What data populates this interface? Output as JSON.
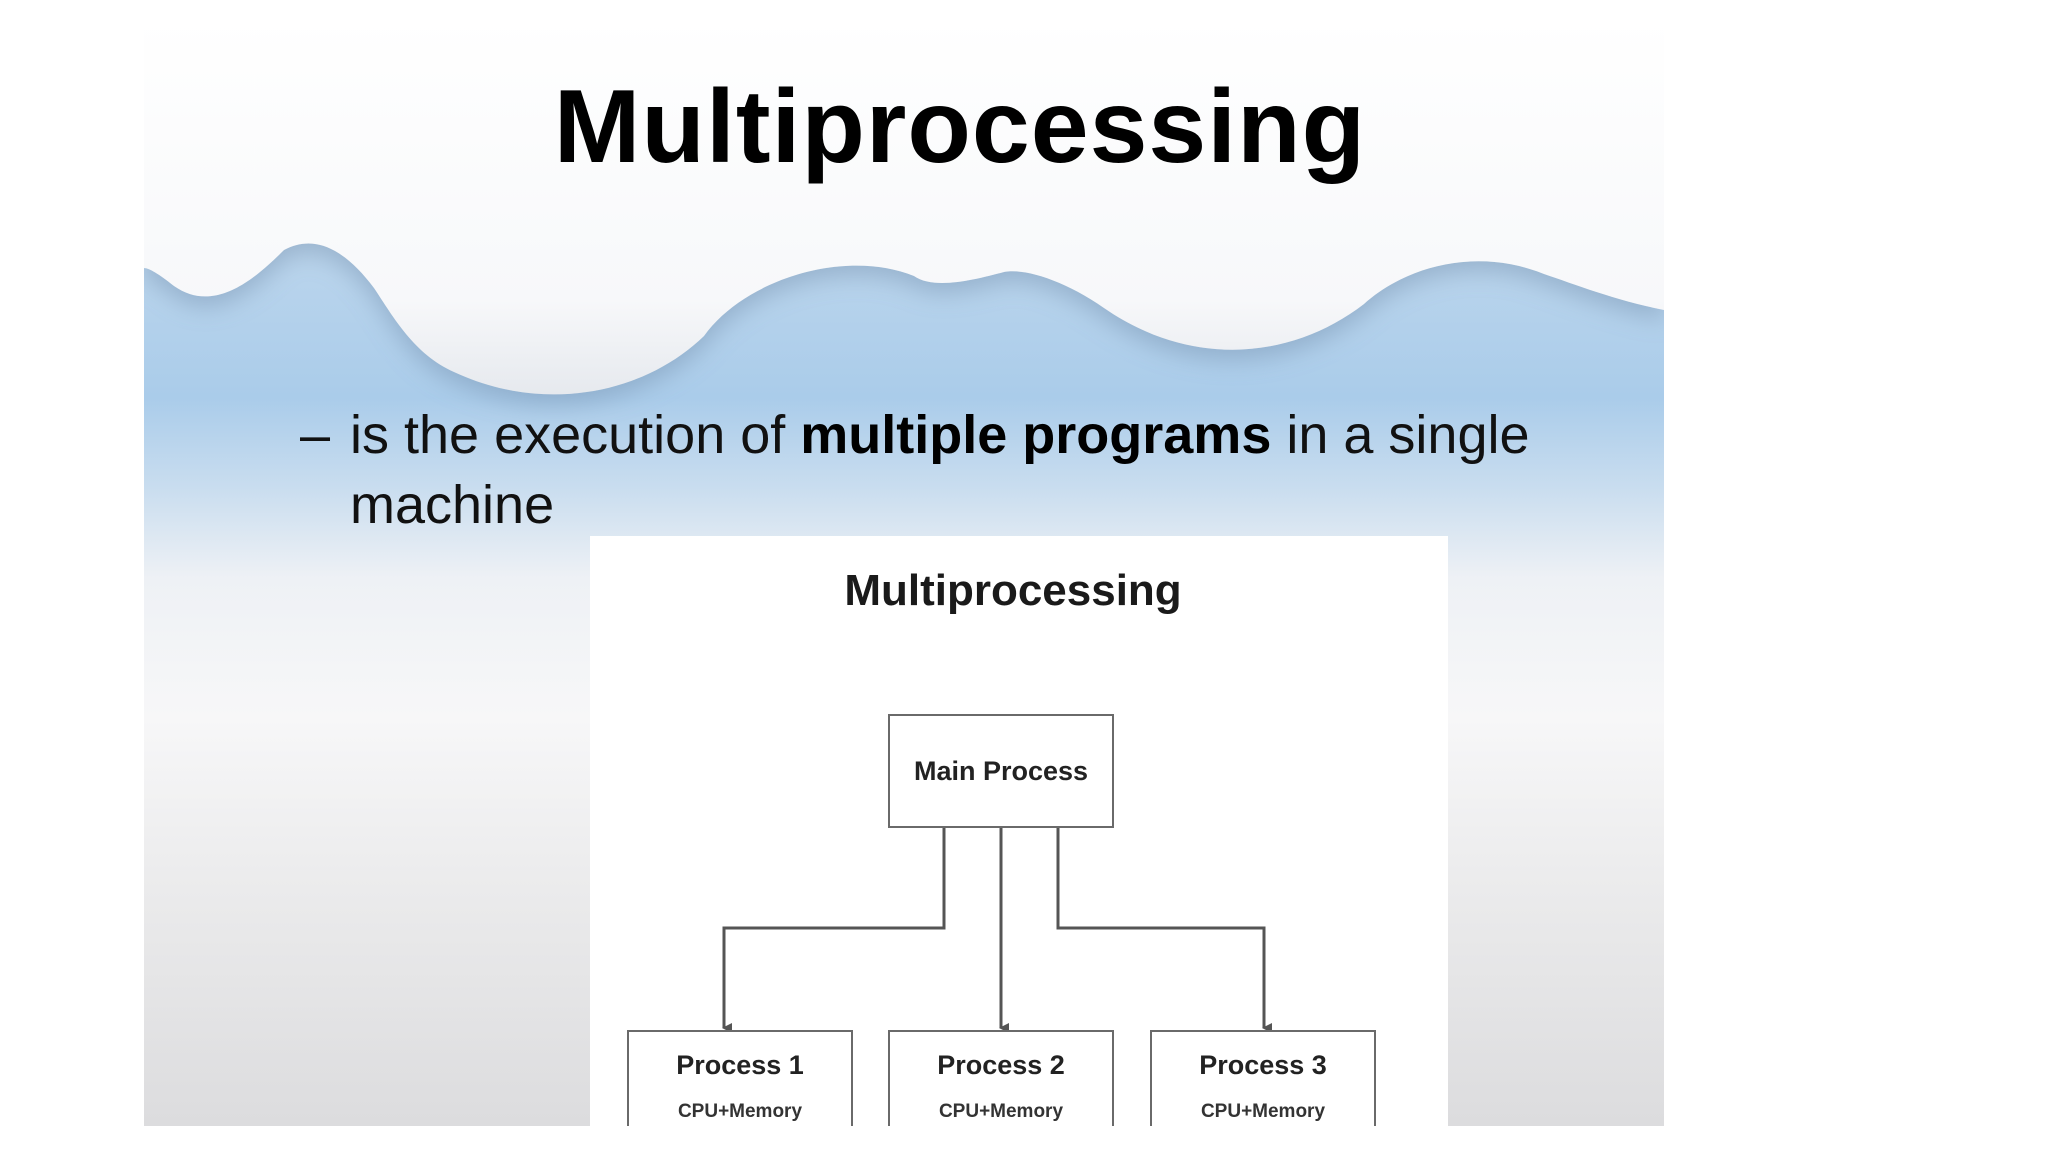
{
  "slide": {
    "title": "Multiprocessing",
    "bullet": {
      "dash": "–",
      "prefix": "is the execution of ",
      "bold": "multiple programs",
      "suffix": " in a single machine"
    }
  },
  "diagram": {
    "title": "Multiprocessing",
    "main": "Main Process",
    "children": [
      {
        "name": "Process 1",
        "sub": "CPU+Memory"
      },
      {
        "name": "Process 2",
        "sub": "CPU+Memory"
      },
      {
        "name": "Process 3",
        "sub": "CPU+Memory"
      }
    ]
  },
  "colors": {
    "sky": "#aaccea",
    "cloud": "#ffffff",
    "box_border": "#6a6a6a",
    "connector": "#555555"
  }
}
